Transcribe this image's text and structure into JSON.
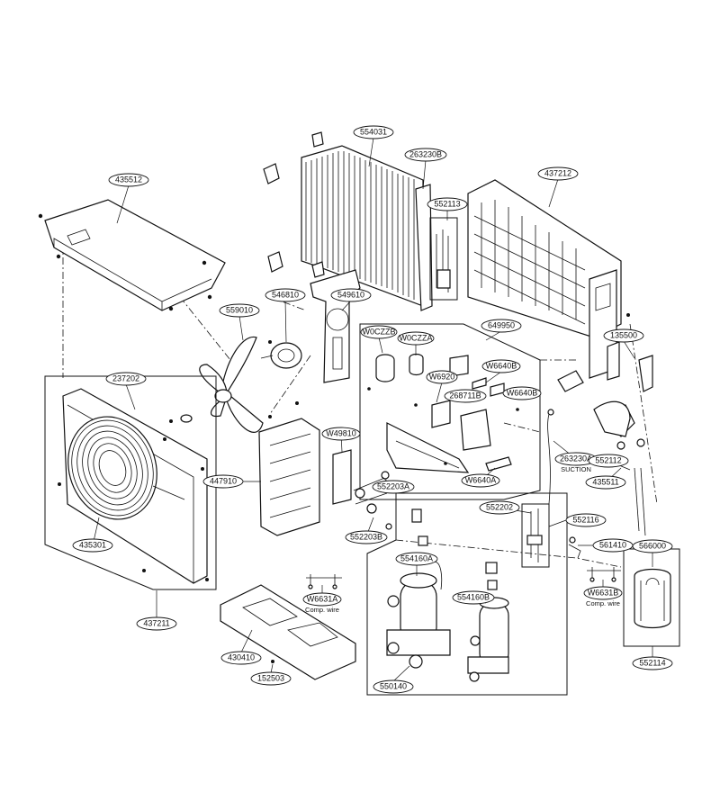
{
  "diagram": {
    "callouts": [
      {
        "id": "554031",
        "label": "554031"
      },
      {
        "id": "263230B",
        "label": "263230B"
      },
      {
        "id": "437212",
        "label": "437212"
      },
      {
        "id": "435512",
        "label": "435512"
      },
      {
        "id": "552113",
        "label": "552113"
      },
      {
        "id": "546810",
        "label": "546810"
      },
      {
        "id": "549610",
        "label": "549610"
      },
      {
        "id": "559010",
        "label": "559010"
      },
      {
        "id": "649950",
        "label": "649950"
      },
      {
        "id": "W0CZZB",
        "label": "W0CZZB"
      },
      {
        "id": "W0CZZA",
        "label": "W0CZZA"
      },
      {
        "id": "135500",
        "label": "135500"
      },
      {
        "id": "W6640B",
        "label": "W6640B"
      },
      {
        "id": "237202",
        "label": "237202"
      },
      {
        "id": "W6920",
        "label": "W6920"
      },
      {
        "id": "268711B",
        "label": "268711B"
      },
      {
        "id": "W6640B_2",
        "label": "W6640B"
      },
      {
        "id": "W49810",
        "label": "W49810"
      },
      {
        "id": "263230A",
        "label": "263230A"
      },
      {
        "id": "552112",
        "label": "552112"
      },
      {
        "id": "447910",
        "label": "447910"
      },
      {
        "id": "W6640A",
        "label": "W6640A"
      },
      {
        "id": "435511",
        "label": "435511"
      },
      {
        "id": "552203A",
        "label": "552203A"
      },
      {
        "id": "552202",
        "label": "552202"
      },
      {
        "id": "552116",
        "label": "552116"
      },
      {
        "id": "435301",
        "label": "435301"
      },
      {
        "id": "552203B",
        "label": "552203B"
      },
      {
        "id": "561410",
        "label": "561410"
      },
      {
        "id": "566000",
        "label": "566000"
      },
      {
        "id": "554160A",
        "label": "554160A"
      },
      {
        "id": "W6631A",
        "label": "W6631A"
      },
      {
        "id": "W6631B",
        "label": "W6631B"
      },
      {
        "id": "554160B",
        "label": "554160B"
      },
      {
        "id": "437211",
        "label": "437211"
      },
      {
        "id": "430410",
        "label": "430410"
      },
      {
        "id": "552114",
        "label": "552114"
      },
      {
        "id": "152503",
        "label": "152503"
      },
      {
        "id": "550140",
        "label": "550140"
      }
    ],
    "notes": {
      "suction": "SUCTION",
      "comp_wire_a": "Comp. wire",
      "comp_wire_b": "Comp. wire"
    }
  }
}
